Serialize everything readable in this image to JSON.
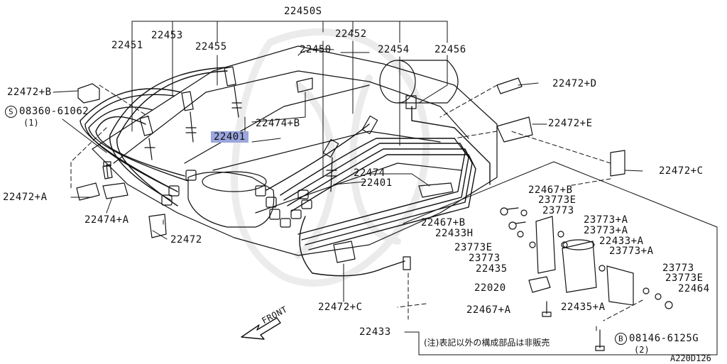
{
  "diagram": {
    "code": "A220D126",
    "note": "(注)表記以外の構成部品は非販売",
    "front_label": "FRONT",
    "highlighted_part": "22401",
    "parts": [
      {
        "id": "p-22450S",
        "label": "22450S"
      },
      {
        "id": "p-22453",
        "label": "22453"
      },
      {
        "id": "p-22452",
        "label": "22452"
      },
      {
        "id": "p-22451",
        "label": "22451"
      },
      {
        "id": "p-22455",
        "label": "22455"
      },
      {
        "id": "p-22450",
        "label": "22450"
      },
      {
        "id": "p-22454",
        "label": "22454"
      },
      {
        "id": "p-22456",
        "label": "22456"
      },
      {
        "id": "p-22472B",
        "label": "22472+B"
      },
      {
        "id": "p-22472D",
        "label": "22472+D"
      },
      {
        "id": "p-08360",
        "label": "08360-61062"
      },
      {
        "id": "p-08360q",
        "label": "(1)"
      },
      {
        "id": "p-22474B",
        "label": "22474+B"
      },
      {
        "id": "p-22472E",
        "label": "22472+E"
      },
      {
        "id": "p-22472C-r",
        "label": "22472+C"
      },
      {
        "id": "p-22474",
        "label": "22474"
      },
      {
        "id": "p-22401b",
        "label": "22401"
      },
      {
        "id": "p-22472A",
        "label": "22472+A"
      },
      {
        "id": "p-22467B",
        "label": "22467+B"
      },
      {
        "id": "p-23773E-a",
        "label": "23773E"
      },
      {
        "id": "p-23773-a",
        "label": "23773"
      },
      {
        "id": "p-22474A",
        "label": "22474+A"
      },
      {
        "id": "p-22467B2",
        "label": "22467+B"
      },
      {
        "id": "p-23773A-a",
        "label": "23773+A"
      },
      {
        "id": "p-22433H",
        "label": "22433H"
      },
      {
        "id": "p-23773A-b",
        "label": "23773+A"
      },
      {
        "id": "p-22472",
        "label": "22472"
      },
      {
        "id": "p-22433A",
        "label": "22433+A"
      },
      {
        "id": "p-23773E-b",
        "label": "23773E"
      },
      {
        "id": "p-23773A-c",
        "label": "23773+A"
      },
      {
        "id": "p-23773-b",
        "label": "23773"
      },
      {
        "id": "p-22435",
        "label": "22435"
      },
      {
        "id": "p-23773-c",
        "label": "23773"
      },
      {
        "id": "p-23773E-c",
        "label": "23773E"
      },
      {
        "id": "p-22020",
        "label": "22020"
      },
      {
        "id": "p-22464",
        "label": "22464"
      },
      {
        "id": "p-22472C-b",
        "label": "22472+C"
      },
      {
        "id": "p-22467A",
        "label": "22467+A"
      },
      {
        "id": "p-22435A",
        "label": "22435+A"
      },
      {
        "id": "p-22433",
        "label": "22433"
      },
      {
        "id": "p-08146",
        "label": "08146-6125G"
      },
      {
        "id": "p-08146q",
        "label": "(2)"
      }
    ],
    "circled_S": "S",
    "circled_B": "B"
  }
}
